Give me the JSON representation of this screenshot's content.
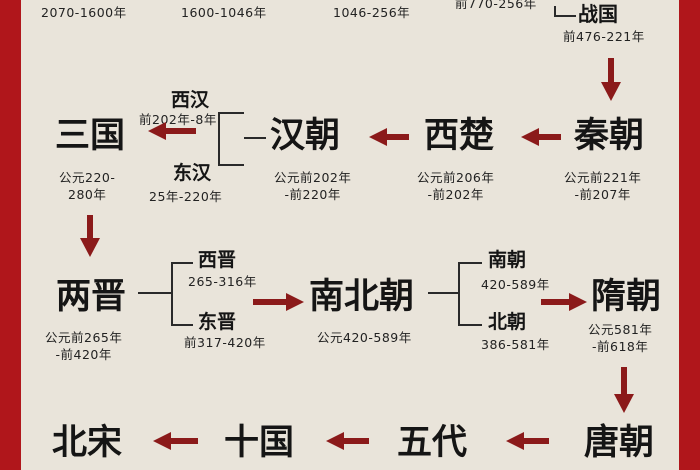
{
  "colors": {
    "frame": "#b0161b",
    "background": "#e9e4da",
    "arrow": "#8b1a1a",
    "text": "#151515"
  },
  "top_row": {
    "date_1": "2070-1600年",
    "date_2": "1600-1046年",
    "date_3": "1046-256年",
    "date_4": "前770-256年",
    "zhanguo": {
      "name": "战国",
      "date": "前476-221年"
    }
  },
  "row1": {
    "sanguo": {
      "name": "三国",
      "date_1": "公元220-",
      "date_2": "280年"
    },
    "xihan": {
      "name": "西汉",
      "date": "前202年-8年"
    },
    "donghan": {
      "name": "东汉",
      "date": "25年-220年"
    },
    "hanchao": {
      "name": "汉朝",
      "date_1": "公元前202年",
      "date_2": "-前220年"
    },
    "xichu": {
      "name": "西楚",
      "date_1": "公元前206年",
      "date_2": "-前202年"
    },
    "qinchao": {
      "name": "秦朝",
      "date_1": "公元前221年",
      "date_2": "-前207年"
    }
  },
  "row2": {
    "liangjin": {
      "name": "两晋",
      "date_1": "公元前265年",
      "date_2": "-前420年"
    },
    "xijin": {
      "name": "西晋",
      "date": "265-316年"
    },
    "dongjin": {
      "name": "东晋",
      "date": "前317-420年"
    },
    "nanbeichao": {
      "name": "南北朝",
      "date": "公元420-589年"
    },
    "nanchao": {
      "name": "南朝",
      "date": "420-589年"
    },
    "beichao": {
      "name": "北朝",
      "date": "386-581年"
    },
    "suichao": {
      "name": "隋朝",
      "date_1": "公元581年",
      "date_2": "-前618年"
    }
  },
  "row3": {
    "beisong": {
      "name": "北宋"
    },
    "shiguo": {
      "name": "十国"
    },
    "wudai": {
      "name": "五代"
    },
    "tangchao": {
      "name": "唐朝"
    }
  }
}
